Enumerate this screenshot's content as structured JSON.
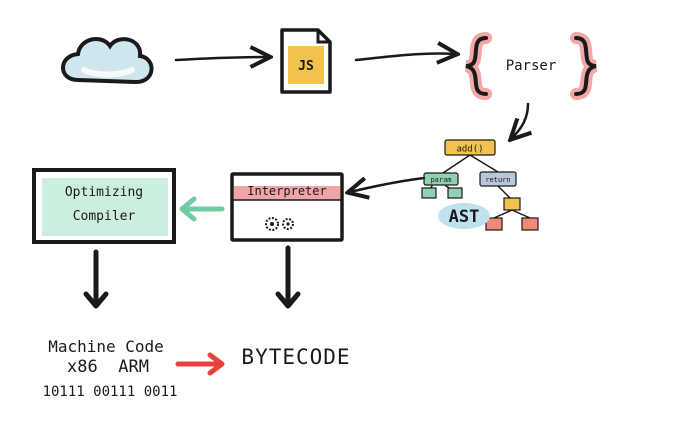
{
  "diagram": {
    "js_label": "JS",
    "parser_label": "Parser",
    "ast": {
      "root_label": "add()",
      "left_label": "param",
      "right_label": "return",
      "name": "AST"
    },
    "interpreter_label": "Interpreter",
    "optimizing_compiler_line1": "Optimizing",
    "optimizing_compiler_line2": "Compiler",
    "machine_code_line1": "Machine Code",
    "machine_code_line2": "x86  ARM",
    "machine_code_bits": "10111 00111 0011",
    "bytecode_label": "BYTECODE",
    "colors": {
      "cloud_fill": "#cfe6ee",
      "js_fill": "#f2c14e",
      "parser_brace": "#e8615a",
      "ast_root": "#f2c14e",
      "ast_param": "#8fd1b2",
      "ast_return": "#b9c7d6",
      "ast_leaf_red": "#f08a78",
      "ast_label_bg": "#bfe3ee",
      "interpreter_bar": "#f0a3a8",
      "compiler_fill": "#a8e3c8",
      "compiler_arrow": "#6fcca4",
      "red_arrow": "#e8403a"
    }
  }
}
